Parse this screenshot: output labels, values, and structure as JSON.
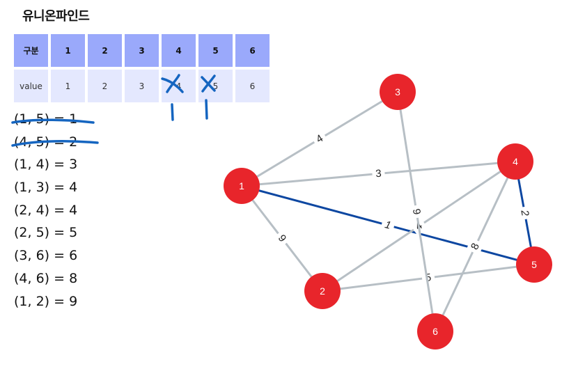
{
  "title": "유니온파인드",
  "table": {
    "header": [
      "구분",
      "1",
      "2",
      "3",
      "4",
      "5",
      "6"
    ],
    "values": [
      "value",
      "1",
      "2",
      "3",
      "4",
      "5",
      "6"
    ]
  },
  "edge_list": [
    {
      "text": "(1, 5) = 1",
      "struck": true
    },
    {
      "text": "(4, 5) = 2",
      "struck": true
    },
    {
      "text": "(1, 4) = 3",
      "struck": false
    },
    {
      "text": "(1, 3) = 4",
      "struck": false
    },
    {
      "text": "(2, 4) = 4",
      "struck": false
    },
    {
      "text": "(2, 5) = 5",
      "struck": false
    },
    {
      "text": "(3, 6) = 6",
      "struck": false
    },
    {
      "text": "(4, 6) = 8",
      "struck": false
    },
    {
      "text": "(1, 2) = 9",
      "struck": false
    }
  ],
  "graph": {
    "nodes": [
      "1",
      "2",
      "3",
      "4",
      "5",
      "6"
    ],
    "edges": [
      {
        "from": "1",
        "to": "3",
        "weight": "4",
        "selected": false
      },
      {
        "from": "1",
        "to": "4",
        "weight": "3",
        "selected": false
      },
      {
        "from": "1",
        "to": "5",
        "weight": "1",
        "selected": true
      },
      {
        "from": "1",
        "to": "2",
        "weight": "9",
        "selected": false
      },
      {
        "from": "2",
        "to": "4",
        "weight": "4",
        "selected": false
      },
      {
        "from": "2",
        "to": "5",
        "weight": "5",
        "selected": false
      },
      {
        "from": "3",
        "to": "6",
        "weight": "9",
        "selected": false
      },
      {
        "from": "4",
        "to": "6",
        "weight": "8",
        "selected": false
      },
      {
        "from": "4",
        "to": "5",
        "weight": "2",
        "selected": true
      }
    ]
  },
  "colors": {
    "node_fill": "#e8252b",
    "edge_default": "#b7bfc5",
    "edge_selected": "#0d47a1",
    "ink": "#1565c0",
    "table_header": "#9aa9fb",
    "table_cell": "#e4e8fe"
  }
}
